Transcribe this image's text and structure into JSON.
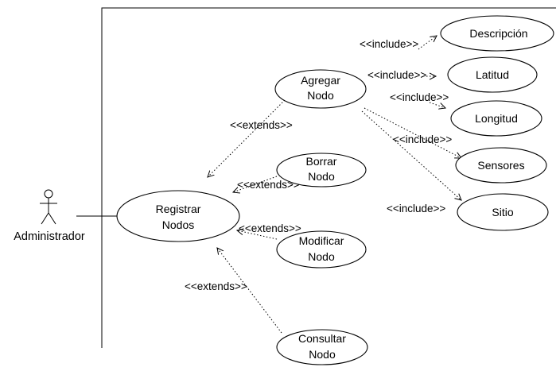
{
  "actor": {
    "label": "Administrador"
  },
  "use_cases": {
    "registrar": [
      "Registrar",
      "Nodos"
    ],
    "agregar": [
      "Agregar",
      "Nodo"
    ],
    "borrar": [
      "Borrar",
      "Nodo"
    ],
    "modificar": [
      "Modificar",
      "Nodo"
    ],
    "consultar": [
      "Consultar",
      "Nodo"
    ],
    "descripcion": [
      "Descripción"
    ],
    "latitud": [
      "Latitud"
    ],
    "longitud": [
      "Longitud"
    ],
    "sensores": [
      "Sensores"
    ],
    "sitio": [
      "Sitio"
    ]
  },
  "relations": {
    "extends": "<<extends>>",
    "include": "<<include>>"
  }
}
